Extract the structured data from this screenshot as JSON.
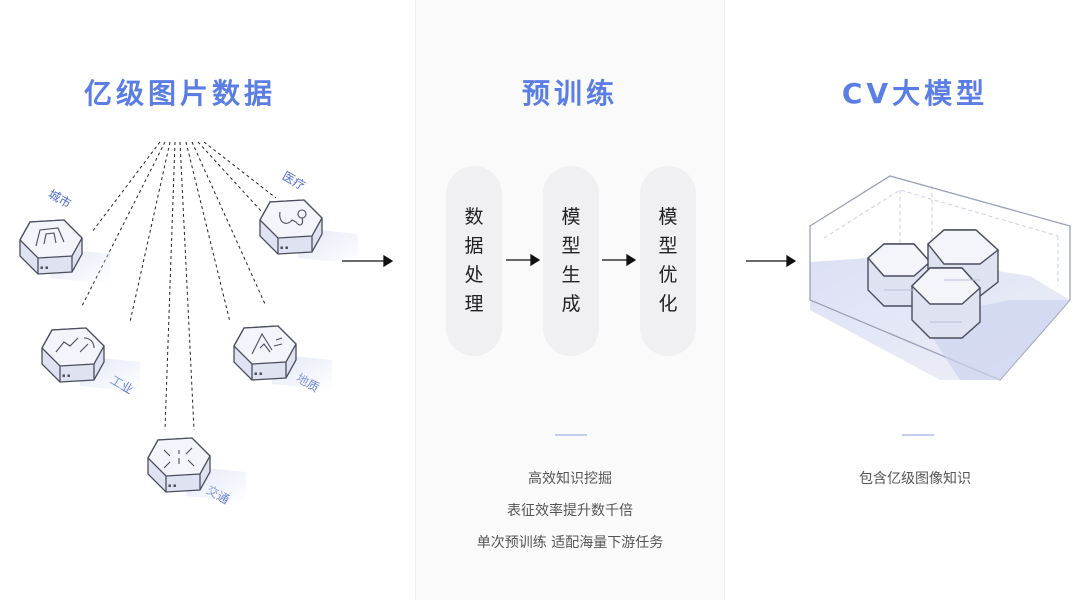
{
  "sections": {
    "data_title": "亿级图片数据",
    "pretrain_title": "预训练",
    "model_title": "CV大模型"
  },
  "data_sources": [
    {
      "label": "城市",
      "icon": "city-icon"
    },
    {
      "label": "医疗",
      "icon": "medical-icon"
    },
    {
      "label": "工业",
      "icon": "industry-icon"
    },
    {
      "label": "地质",
      "icon": "geology-icon"
    },
    {
      "label": "交通",
      "icon": "traffic-icon"
    }
  ],
  "pipeline": [
    {
      "label": "数据处理"
    },
    {
      "label": "模型生成"
    },
    {
      "label": "模型优化"
    }
  ],
  "pretrain_desc": [
    "高效知识挖掘",
    "表征效率提升数千倍",
    "单次预训练 适配海量下游任务"
  ],
  "model_desc": "包含亿级图像知识",
  "colors": {
    "accent": "#5b7ee5",
    "tile_top": "#f4f5fb",
    "tile_side": "#dfe3f1",
    "outline": "#4a4d5e",
    "floor": "#dbe0f4"
  }
}
